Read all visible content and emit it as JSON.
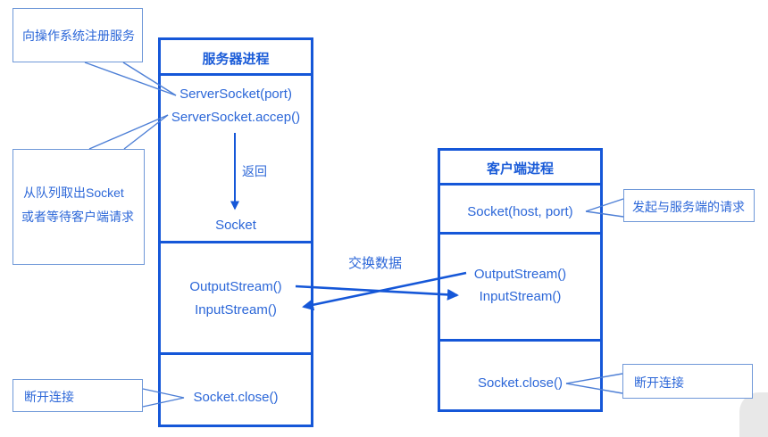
{
  "colors": {
    "primary_blue": "#1557d8",
    "text_blue": "#2c67d8",
    "callout_border_blue": "#6f98d8",
    "watermark_gray": "#e8e8e8"
  },
  "server": {
    "title": "服务器进程",
    "socket_ctor": "ServerSocket(port)",
    "accept_call": "ServerSocket.accep()",
    "return_label": "返回",
    "socket_result": "Socket",
    "output_stream": "OutputStream()",
    "input_stream": "InputStream()",
    "close_call": "Socket.close()"
  },
  "client": {
    "title": "客户端进程",
    "socket_ctor": "Socket(host, port)",
    "output_stream": "OutputStream()",
    "input_stream": "InputStream()",
    "close_call": "Socket.close()"
  },
  "callouts": {
    "register_service": "向操作系统注册服务",
    "queue_lines": [
      "从队列取出Socket",
      "或者等待客户端请求"
    ],
    "server_disconnect": "断开连接",
    "client_request": "发起与服务端的请求",
    "client_disconnect": "断开连接"
  },
  "labels": {
    "exchange_data": "交换数据"
  }
}
